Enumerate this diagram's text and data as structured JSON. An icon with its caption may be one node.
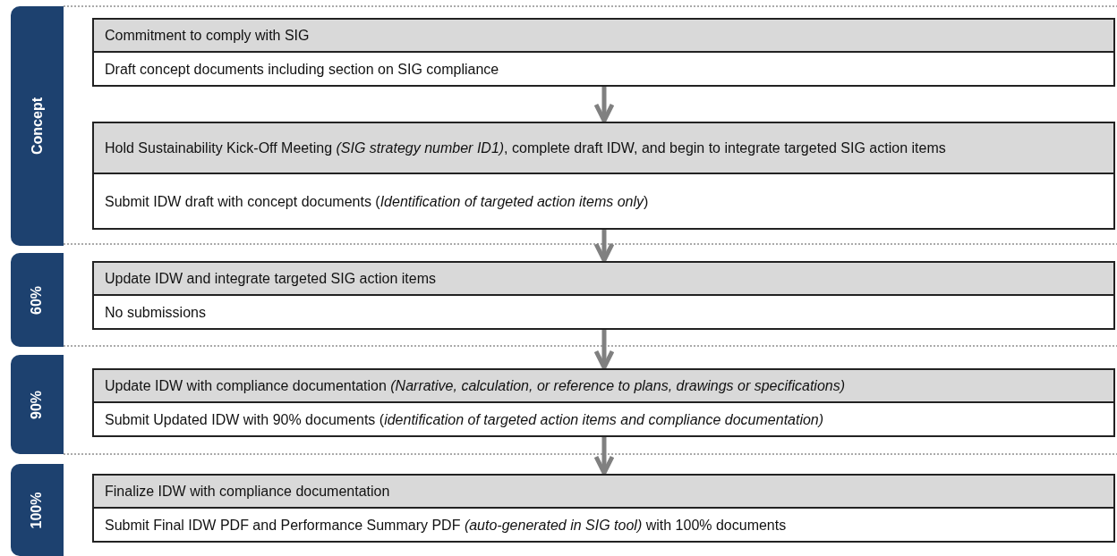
{
  "diagram": {
    "nodes": [
      {
        "text": [
          "Concept"
        ]
      },
      {
        "text": [
          "Commitment to comply with SIG"
        ]
      },
      {
        "text": [
          "Draft concept documents including section on SIG compliance"
        ]
      },
      {
        "text": [
          "Hold Sustainability Kick-Off Meeting *(SIG strategy number ID1)*, complete draft IDW, and begin to integrate targeted SIG action items"
        ]
      },
      {
        "text": [
          "Submit IDW draft with concept documents (*Identification of targeted action items only*)"
        ]
      },
      {
        "text": [
          "60%"
        ]
      },
      {
        "text": [
          "Update IDW and integrate targeted SIG action items"
        ]
      },
      {
        "text": [
          "No submissions"
        ]
      },
      {
        "text": [
          "90%"
        ]
      },
      {
        "text": [
          "Update IDW with compliance documentation *(Narrative, calculation, or reference to plans, drawings or specifications)*"
        ]
      },
      {
        "text": [
          "Submit Updated IDW with 90% documents (*identification of targeted action items and compliance documentation)*"
        ]
      },
      {
        "text": [
          "100%"
        ]
      },
      {
        "text": [
          "Finalize IDW with compliance documentation"
        ]
      },
      {
        "text": [
          "Submit Final IDW PDF and Performance Summary PDF *(auto-generated in SIG tool)* with 100% documents"
        ]
      }
    ],
    "edges": [
      {
        "from": 2,
        "to": 3,
        "arrow": "to"
      },
      {
        "from": 4,
        "to": 6,
        "arrow": "to"
      },
      {
        "from": 7,
        "to": 9,
        "arrow": "to"
      },
      {
        "from": 10,
        "to": 12,
        "arrow": "to"
      }
    ]
  }
}
